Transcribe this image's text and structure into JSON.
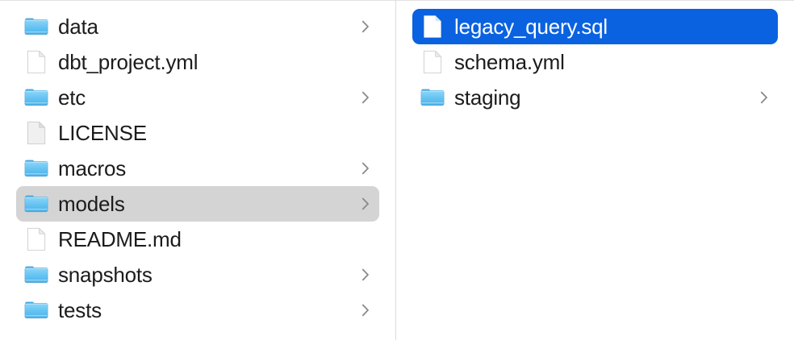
{
  "window": {
    "view_mode": "column",
    "accent_color": "#0a62e0",
    "selection_inactive_color": "#d4d4d4",
    "text_color": "#1c1c1e",
    "divider_color": "#dcdcdc"
  },
  "columns": [
    {
      "name": "parent-column",
      "items": [
        {
          "label": "data",
          "kind": "folder",
          "has_chevron": true,
          "selected": false,
          "selection_style": "none"
        },
        {
          "label": "dbt_project.yml",
          "kind": "document",
          "has_chevron": false,
          "selected": false,
          "selection_style": "none"
        },
        {
          "label": "etc",
          "kind": "folder",
          "has_chevron": true,
          "selected": false,
          "selection_style": "none"
        },
        {
          "label": "LICENSE",
          "kind": "document-plain",
          "has_chevron": false,
          "selected": false,
          "selection_style": "none"
        },
        {
          "label": "macros",
          "kind": "folder",
          "has_chevron": true,
          "selected": false,
          "selection_style": "none"
        },
        {
          "label": "models",
          "kind": "folder",
          "has_chevron": true,
          "selected": true,
          "selection_style": "gray"
        },
        {
          "label": "README.md",
          "kind": "document",
          "has_chevron": false,
          "selected": false,
          "selection_style": "none"
        },
        {
          "label": "snapshots",
          "kind": "folder",
          "has_chevron": true,
          "selected": false,
          "selection_style": "none"
        },
        {
          "label": "tests",
          "kind": "folder",
          "has_chevron": true,
          "selected": false,
          "selection_style": "none"
        }
      ]
    },
    {
      "name": "child-column",
      "items": [
        {
          "label": "legacy_query.sql",
          "kind": "document",
          "has_chevron": false,
          "selected": true,
          "selection_style": "blue"
        },
        {
          "label": "schema.yml",
          "kind": "document",
          "has_chevron": false,
          "selected": false,
          "selection_style": "none"
        },
        {
          "label": "staging",
          "kind": "folder",
          "has_chevron": true,
          "selected": false,
          "selection_style": "none"
        }
      ]
    }
  ],
  "icons": {
    "folder": "folder-icon",
    "document": "document-icon",
    "document-plain": "document-plain-icon",
    "chevron": "chevron-right-icon"
  }
}
